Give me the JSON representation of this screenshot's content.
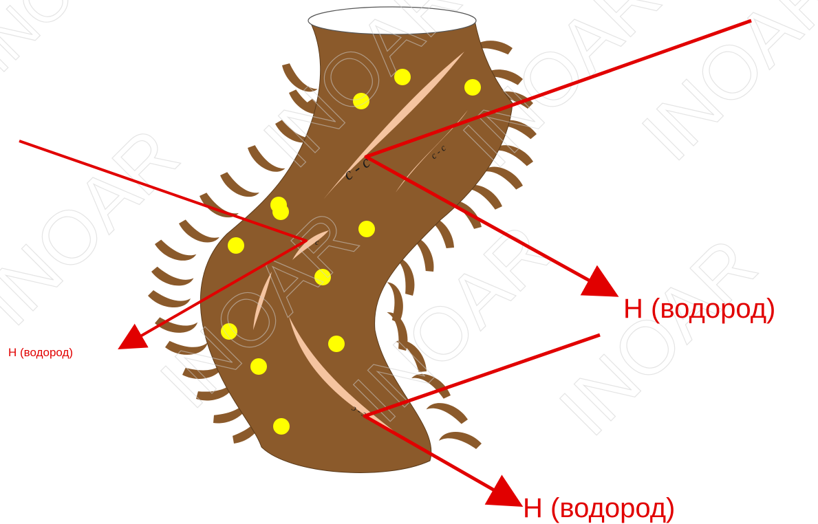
{
  "labels": {
    "right_upper": "H (водород)",
    "left": "H (водород)",
    "bottom": "H (водород)"
  },
  "bond_labels": {
    "upper": "c - c",
    "upper_small": "c - c",
    "middle": "c",
    "lower": "c - c"
  },
  "watermark": "INOAR",
  "colors": {
    "shaft": "#8b5a2b",
    "cuticle": "#8b5a2b",
    "damage_cracks": "#f5c4a0",
    "particles": "#ffff00",
    "arrows": "#e10000",
    "labels": "#e10000",
    "top_cut": "#ffffff"
  }
}
